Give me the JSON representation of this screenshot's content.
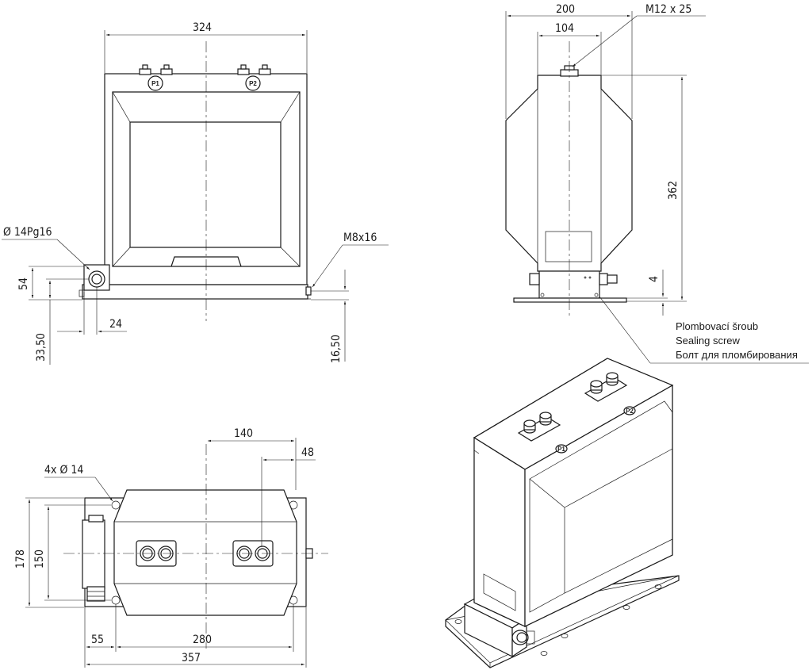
{
  "front_view": {
    "dim_width": "324",
    "dim_bottom_height": "54",
    "dim_axis_height": "33,50",
    "dim_port_width": "24",
    "dim_side_height": "16,50",
    "label_gland": "Ø  14Pg16",
    "label_screw": "M8x16",
    "terminal_p1": "P1",
    "terminal_p2": "P2"
  },
  "side_view": {
    "dim_width": "200",
    "dim_inner_width": "104",
    "dim_height": "362",
    "dim_base": "4",
    "label_bolt": "M12 x 25",
    "sealing_lines": [
      "Plombovací šroub",
      "Sealing screw",
      "Болт для пломбирования"
    ]
  },
  "top_view": {
    "dim_140": "140",
    "dim_48": "48",
    "dim_178": "178",
    "dim_150": "150",
    "dim_55": "55",
    "dim_280": "280",
    "dim_357": "357",
    "label_holes": "4x Ø  14"
  },
  "iso_view": {
    "terminal_p1": "P1",
    "terminal_p2": "P2"
  }
}
